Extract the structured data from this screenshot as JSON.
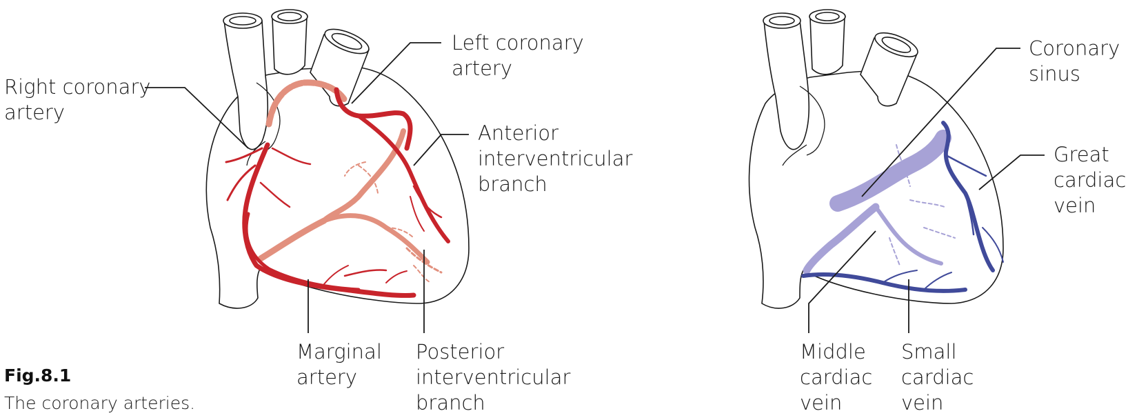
{
  "figure": {
    "number": "Fig.8.1",
    "caption": "The coronary arteries."
  },
  "colors": {
    "artery_front": "#c8242b",
    "artery_back": "#e2907e",
    "vein_front": "#404a9a",
    "vein_back": "#a7a2d6",
    "outline": "#1a1a1a"
  },
  "arteries_diagram": {
    "labels": {
      "right_coronary_artery": [
        "Right coronary",
        "artery"
      ],
      "left_coronary_artery": [
        "Left coronary",
        "artery"
      ],
      "anterior_interventricular_branch": [
        "Anterior",
        "interventricular",
        "branch"
      ],
      "marginal_artery": [
        "Marginal",
        "artery"
      ],
      "posterior_interventricular_branch": [
        "Posterior",
        "interventricular",
        "branch"
      ]
    }
  },
  "veins_diagram": {
    "labels": {
      "coronary_sinus": [
        "Coronary",
        "sinus"
      ],
      "great_cardiac_vein": [
        "Great",
        "cardiac",
        "vein"
      ],
      "middle_cardiac_vein": [
        "Middle",
        "cardiac",
        "vein"
      ],
      "small_cardiac_vein": [
        "Small",
        "cardiac",
        "vein"
      ]
    }
  }
}
